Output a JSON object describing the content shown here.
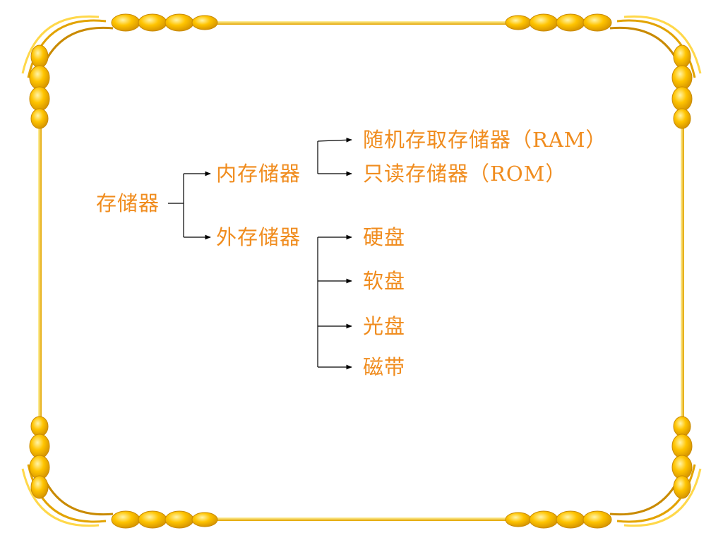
{
  "colors": {
    "text": "#f08c1e",
    "frame_gold": "#f5b800",
    "frame_light": "#ffe36a",
    "frame_dark": "#c98a00",
    "line": "#000000"
  },
  "diagram": {
    "root": "存储器",
    "branches": [
      {
        "label": "内存储器",
        "children": [
          "随机存取存储器（RAM）",
          "只读存储器（ROM）"
        ]
      },
      {
        "label": "外存储器",
        "children": [
          "硬盘",
          "软盘",
          "光盘",
          "磁带"
        ]
      }
    ]
  }
}
